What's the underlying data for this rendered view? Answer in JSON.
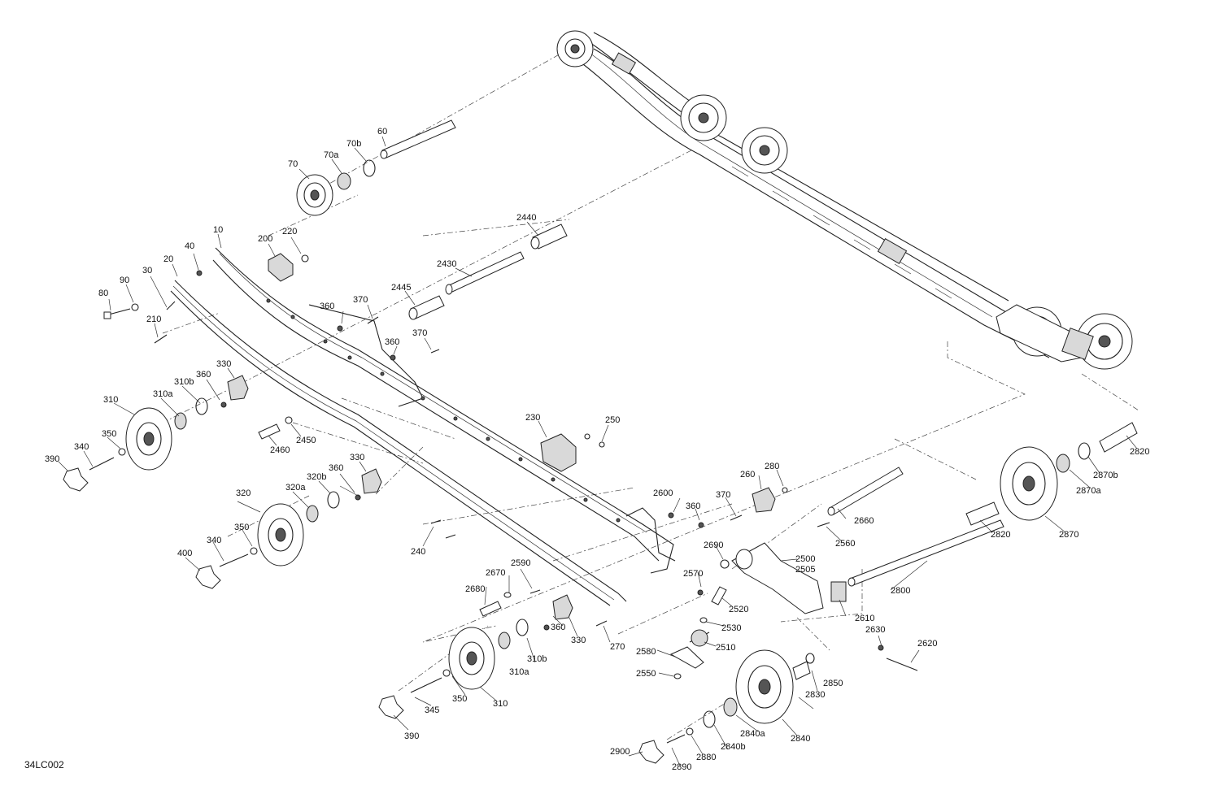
{
  "diagram": {
    "code": "34LC002",
    "labels": {
      "l10": "10",
      "l20": "20",
      "l30": "30",
      "l40": "40",
      "l60": "60",
      "l70": "70",
      "l70a": "70a",
      "l70b": "70b",
      "l80": "80",
      "l90": "90",
      "l200": "200",
      "l210": "210",
      "l220": "220",
      "l230": "230",
      "l240": "240",
      "l250": "250",
      "l260": "260",
      "l270": "270",
      "l280": "280",
      "l310": "310",
      "l310a": "310a",
      "l310b": "310b",
      "l310_2": "310",
      "l310a_2": "310a",
      "l310b_2": "310b",
      "l320": "320",
      "l320a": "320a",
      "l320b": "320b",
      "l330": "330",
      "l330_2": "330",
      "l330_3": "330",
      "l340": "340",
      "l340_2": "340",
      "l345": "345",
      "l350": "350",
      "l350_2": "350",
      "l350_3": "350",
      "l360_1": "360",
      "l360_2": "360",
      "l360_3": "360",
      "l360_4": "360",
      "l360_5": "360",
      "l360_6": "360",
      "l370_1": "370",
      "l370_2": "370",
      "l370_3": "370",
      "l390": "390",
      "l390_2": "390",
      "l400": "400",
      "l2430": "2430",
      "l2440": "2440",
      "l2445": "2445",
      "l2450": "2450",
      "l2460": "2460",
      "l2500": "2500",
      "l2505": "2505",
      "l2510": "2510",
      "l2520": "2520",
      "l2530": "2530",
      "l2550": "2550",
      "l2560": "2560",
      "l2570": "2570",
      "l2580": "2580",
      "l2590": "2590",
      "l2600": "2600",
      "l2610": "2610",
      "l2620": "2620",
      "l2630": "2630",
      "l2660": "2660",
      "l2670": "2670",
      "l2680": "2680",
      "l2690": "2690",
      "l2800": "2800",
      "l2820": "2820",
      "l2820_2": "2820",
      "l2830": "2830",
      "l2840": "2840",
      "l2840a": "2840a",
      "l2840b": "2840b",
      "l2850": "2850",
      "l2870": "2870",
      "l2870a": "2870a",
      "l2870b": "2870b",
      "l2880": "2880",
      "l2890": "2890",
      "l2900": "2900"
    }
  }
}
